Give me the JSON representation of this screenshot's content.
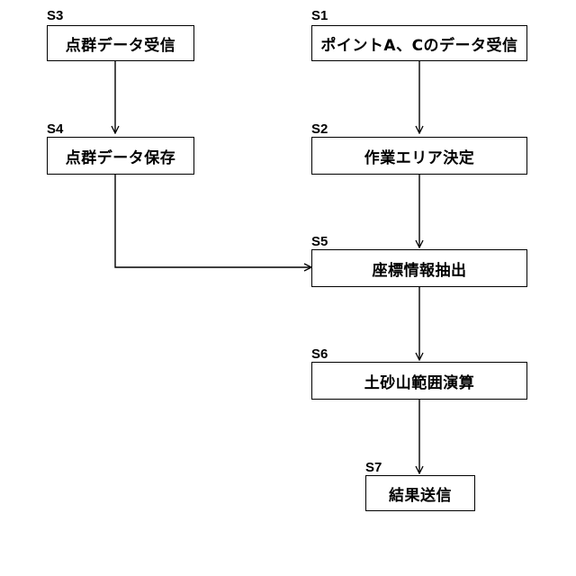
{
  "steps": {
    "s1": {
      "label": "S1",
      "text": "ポイントA、Cのデータ受信"
    },
    "s2": {
      "label": "S2",
      "text": "作業エリア決定"
    },
    "s3": {
      "label": "S3",
      "text": "点群データ受信"
    },
    "s4": {
      "label": "S4",
      "text": "点群データ保存"
    },
    "s5": {
      "label": "S5",
      "text": "座標情報抽出"
    },
    "s6": {
      "label": "S6",
      "text": "土砂山範囲演算"
    },
    "s7": {
      "label": "S7",
      "text": "結果送信"
    }
  }
}
